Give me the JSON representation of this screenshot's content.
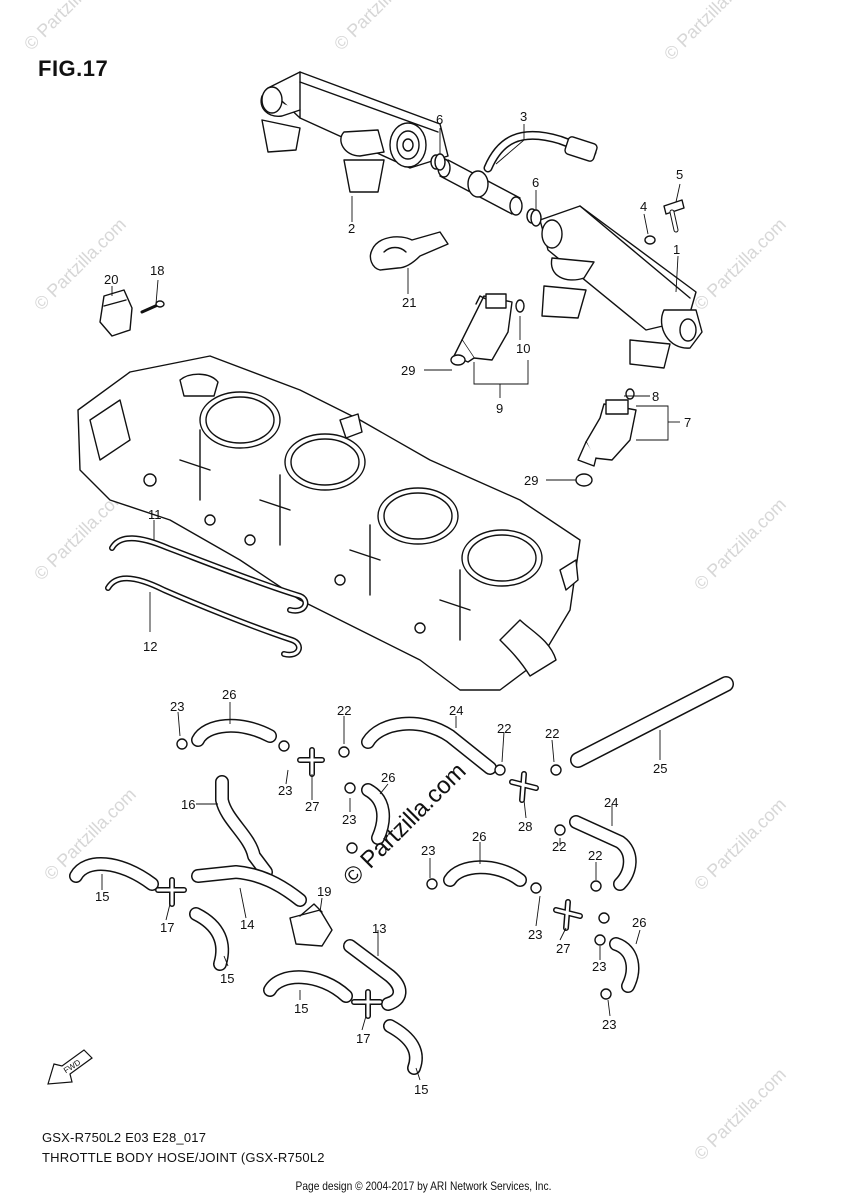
{
  "figure": {
    "title": "FIG.17",
    "code": "GSX-R750L2 E03 E28_017",
    "caption": "THROTTLE BODY HOSE/JOINT (GSX-R750L2",
    "page_design": "Page design © 2004-2017 by ARI Network Services, Inc."
  },
  "watermark": {
    "text": "© Partzilla.com",
    "center_text": "© Partzilla.com"
  },
  "fwd_label": "FWD",
  "callouts": [
    {
      "id": "c1",
      "label": "1"
    },
    {
      "id": "c2",
      "label": "2"
    },
    {
      "id": "c3",
      "label": "3"
    },
    {
      "id": "c4",
      "label": "4"
    },
    {
      "id": "c5",
      "label": "5"
    },
    {
      "id": "c6a",
      "label": "6"
    },
    {
      "id": "c6b",
      "label": "6"
    },
    {
      "id": "c7",
      "label": "7"
    },
    {
      "id": "c8",
      "label": "8"
    },
    {
      "id": "c9",
      "label": "9"
    },
    {
      "id": "c10",
      "label": "10"
    },
    {
      "id": "c11",
      "label": "11"
    },
    {
      "id": "c12",
      "label": "12"
    },
    {
      "id": "c13",
      "label": "13"
    },
    {
      "id": "c14",
      "label": "14"
    },
    {
      "id": "c15a",
      "label": "15"
    },
    {
      "id": "c15b",
      "label": "15"
    },
    {
      "id": "c15c",
      "label": "15"
    },
    {
      "id": "c15d",
      "label": "15"
    },
    {
      "id": "c16",
      "label": "16"
    },
    {
      "id": "c17a",
      "label": "17"
    },
    {
      "id": "c17b",
      "label": "17"
    },
    {
      "id": "c18",
      "label": "18"
    },
    {
      "id": "c19",
      "label": "19"
    },
    {
      "id": "c20",
      "label": "20"
    },
    {
      "id": "c21",
      "label": "21"
    },
    {
      "id": "c22a",
      "label": "22"
    },
    {
      "id": "c22b",
      "label": "22"
    },
    {
      "id": "c22c",
      "label": "22"
    },
    {
      "id": "c22d",
      "label": "22"
    },
    {
      "id": "c22e",
      "label": "22"
    },
    {
      "id": "c23a",
      "label": "23"
    },
    {
      "id": "c23b",
      "label": "23"
    },
    {
      "id": "c23c",
      "label": "23"
    },
    {
      "id": "c23d",
      "label": "23"
    },
    {
      "id": "c23e",
      "label": "23"
    },
    {
      "id": "c23f",
      "label": "23"
    },
    {
      "id": "c23g",
      "label": "23"
    },
    {
      "id": "c24a",
      "label": "24"
    },
    {
      "id": "c24b",
      "label": "24"
    },
    {
      "id": "c25",
      "label": "25"
    },
    {
      "id": "c26a",
      "label": "26"
    },
    {
      "id": "c26b",
      "label": "26"
    },
    {
      "id": "c26c",
      "label": "26"
    },
    {
      "id": "c26d",
      "label": "26"
    },
    {
      "id": "c27a",
      "label": "27"
    },
    {
      "id": "c27b",
      "label": "27"
    },
    {
      "id": "c28",
      "label": "28"
    },
    {
      "id": "c29a",
      "label": "29"
    },
    {
      "id": "c29b",
      "label": "29"
    }
  ]
}
